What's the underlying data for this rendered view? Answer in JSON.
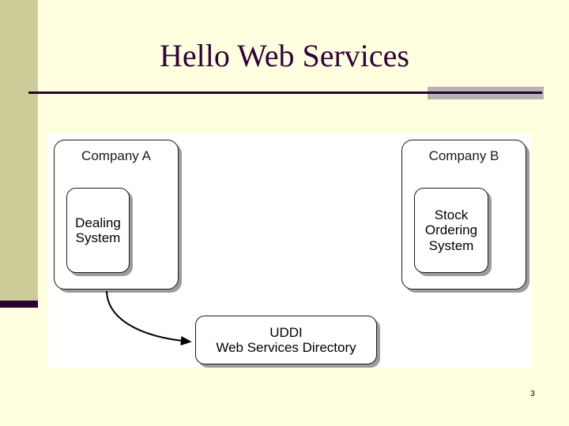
{
  "slide": {
    "title": "Hello Web Services",
    "page_number": "3",
    "colors": {
      "background": "#FFFFE0",
      "sidebar_band": "#CCCC99",
      "sidebar_footer_bar": "#2A0033",
      "title_text": "#33003A",
      "title_rule": "#2A0033",
      "title_accent_block": "#B3B3B3",
      "diagram_canvas": "#FFFFFF",
      "box_border": "#1A1A1A",
      "box_shadow": "#9C9C9C",
      "box_fill": "#FFFFFF",
      "connector": "#000000"
    }
  },
  "diagram": {
    "company_a": {
      "label": "Company A",
      "system": "Dealing\nSystem"
    },
    "company_b": {
      "label": "Company B",
      "system": "Stock\nOrdering\nSystem"
    },
    "uddi": {
      "line1": "UDDI",
      "line2": "Web Services Directory"
    },
    "connector": {
      "from": "Company A",
      "to": "UDDI Web Services Directory",
      "arrowhead": "filled-triangle"
    }
  }
}
